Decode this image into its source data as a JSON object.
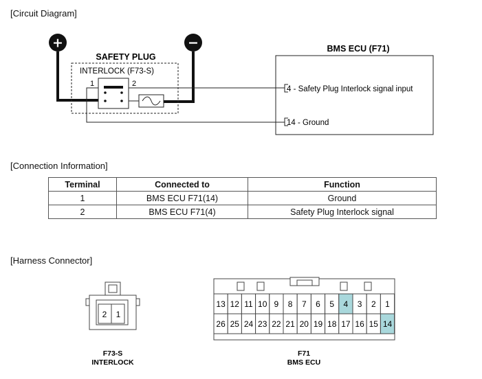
{
  "sections": {
    "circuit": "[Circuit Diagram]",
    "connection": "[Connection Information]",
    "harness": "[Harness Connector]"
  },
  "circuit": {
    "plus_symbol": "+",
    "minus_symbol": "−",
    "safety_plug_title": "SAFETY PLUG",
    "interlock_label": "INTERLOCK (F73-S)",
    "pin1": "1",
    "pin2": "2",
    "ecu_title": "BMS ECU (F71)",
    "ecu_pin_a": "4 - Safety Plug Interlock signal input",
    "ecu_pin_b": "14 - Ground"
  },
  "table": {
    "headers": [
      "Terminal",
      "Connected to",
      "Function"
    ],
    "rows": [
      [
        "1",
        "BMS ECU F71(14)",
        "Ground"
      ],
      [
        "2",
        "BMS ECU F71(4)",
        "Safety Plug Interlock signal"
      ]
    ]
  },
  "harness": {
    "f73": {
      "pins": [
        "2",
        "1"
      ],
      "caption_line1": "F73-S",
      "caption_line2": "INTERLOCK"
    },
    "f71": {
      "top_row": [
        "13",
        "12",
        "11",
        "10",
        "9",
        "8",
        "7",
        "6",
        "5",
        "4",
        "3",
        "2",
        "1"
      ],
      "bottom_row": [
        "26",
        "25",
        "24",
        "23",
        "22",
        "21",
        "20",
        "19",
        "18",
        "17",
        "16",
        "15",
        "14"
      ],
      "highlight": [
        "4",
        "14"
      ],
      "highlight_color": "#a9d8dc",
      "caption_line1": "F71",
      "caption_line2": "BMS ECU"
    }
  }
}
